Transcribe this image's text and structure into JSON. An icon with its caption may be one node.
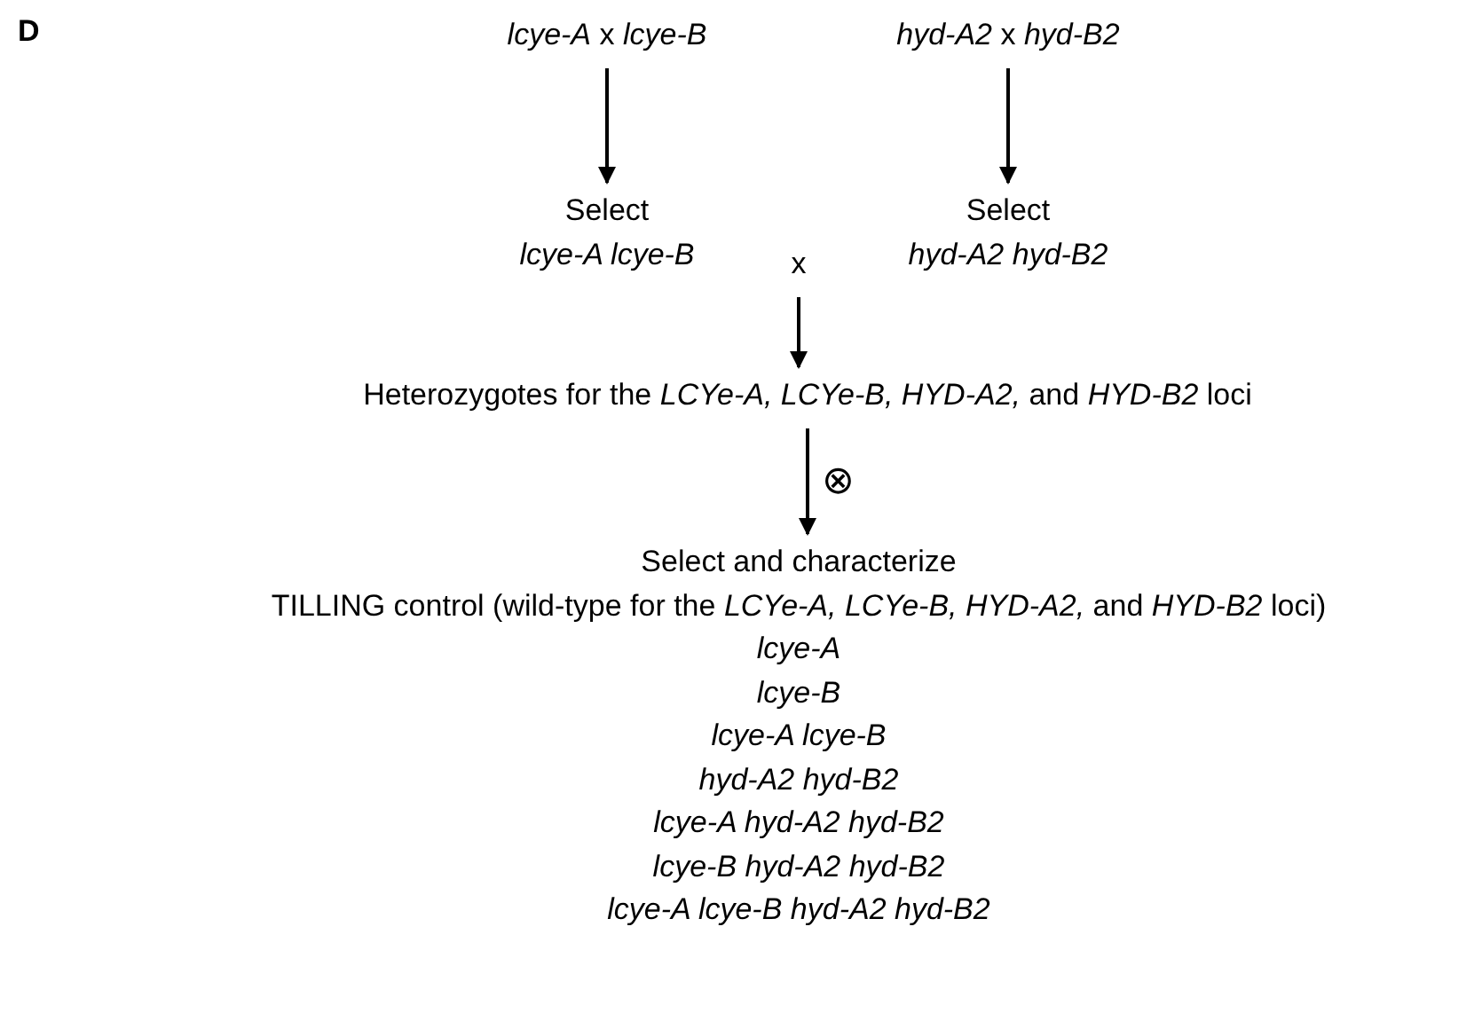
{
  "diagram": {
    "nodes": [
      {
        "text": [
          "*lcye-A* x *lcye-B*"
        ]
      },
      {
        "text": [
          "*hyd-A2* x *hyd-B2*"
        ]
      },
      {
        "text": [
          "Select",
          "lcye-A lcye-B"
        ]
      },
      {
        "text": [
          "x"
        ]
      },
      {
        "text": [
          "Select",
          "hyd-A2 hyd-B2"
        ]
      },
      {
        "text": [
          "Heterozygotes for the *LCYe-A, LCYe-B, HYD-A2,* and *HYD-B2* loci"
        ]
      },
      {
        "text": [
          "Select and characterize",
          "TILLING control (wild-type for the *LCYe-A, LCYe-B, HYD-A2,* and *HYD-B2* loci)",
          "lcye-A",
          "lcye-B",
          "lcye-A lcye-B",
          "hyd-A2 hyd-B2",
          "lcye-A hyd-A2 hyd-B2",
          "lcye-B hyd-A2 hyd-B2",
          "lcye-A lcye-B hyd-A2 hyd-B2"
        ]
      }
    ],
    "edges": [
      {
        "from": 0,
        "to": 2,
        "arrow": "to"
      },
      {
        "from": 1,
        "to": 4,
        "arrow": "to"
      },
      {
        "from": 3,
        "to": 5,
        "arrow": "to"
      },
      {
        "from": 5,
        "to": 6,
        "arrow": "to",
        "label": "⊗"
      }
    ],
    "labels": [
      "D"
    ]
  }
}
